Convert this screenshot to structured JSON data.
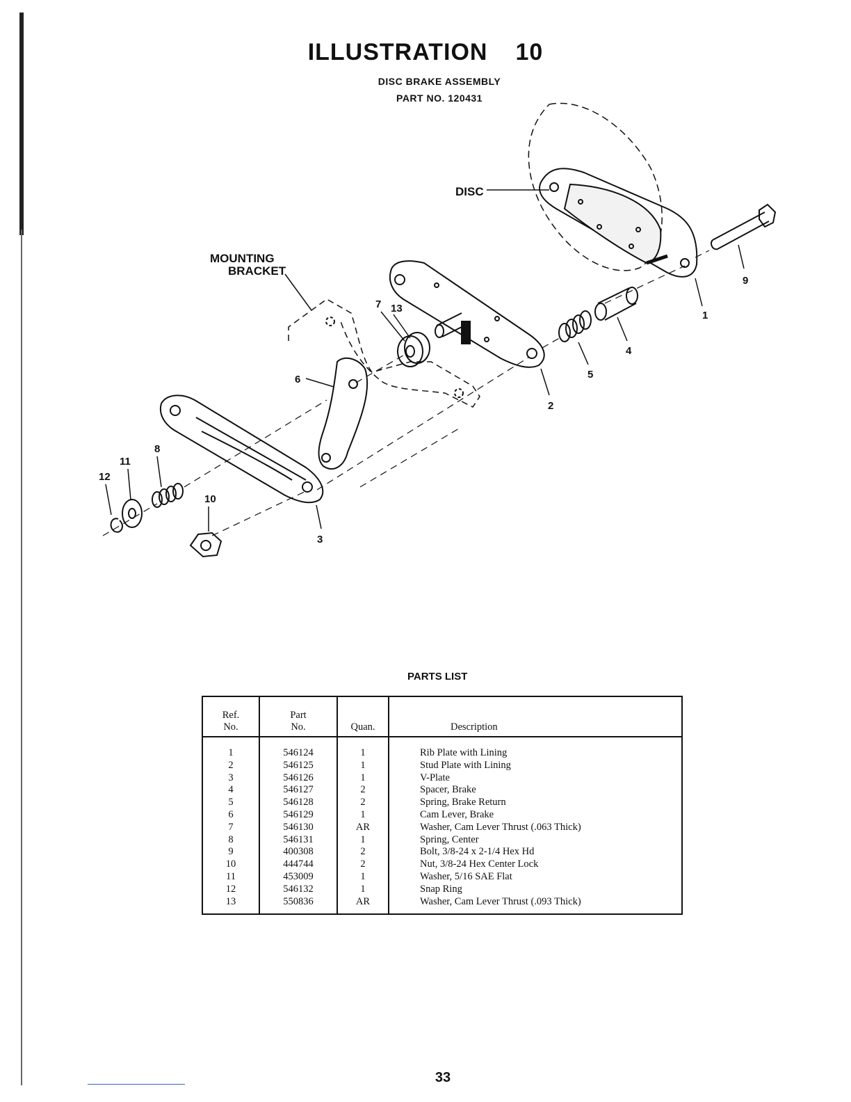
{
  "header": {
    "title": "ILLUSTRATION",
    "title_number": "10",
    "subtitle": "DISC BRAKE ASSEMBLY",
    "part_no": "PART NO. 120431"
  },
  "diagram": {
    "labels": {
      "disc": "DISC",
      "mounting_line1": "MOUNTING",
      "mounting_line2": "BRACKET"
    },
    "callouts": [
      "1",
      "2",
      "3",
      "4",
      "5",
      "6",
      "7",
      "8",
      "9",
      "10",
      "11",
      "12",
      "13"
    ]
  },
  "parts_list": {
    "heading": "PARTS LIST",
    "columns": {
      "ref_line1": "Ref.",
      "ref_line2": "No.",
      "part_line1": "Part",
      "part_line2": "No.",
      "quan": "Quan.",
      "description": "Description"
    },
    "rows": [
      {
        "ref": "1",
        "part": "546124",
        "quan": "1",
        "desc": "Rib Plate with Lining"
      },
      {
        "ref": "2",
        "part": "546125",
        "quan": "1",
        "desc": "Stud Plate with Lining"
      },
      {
        "ref": "3",
        "part": "546126",
        "quan": "1",
        "desc": "V-Plate"
      },
      {
        "ref": "4",
        "part": "546127",
        "quan": "2",
        "desc": "Spacer, Brake"
      },
      {
        "ref": "5",
        "part": "546128",
        "quan": "2",
        "desc": "Spring, Brake Return"
      },
      {
        "ref": "6",
        "part": "546129",
        "quan": "1",
        "desc": "Cam Lever, Brake"
      },
      {
        "ref": "7",
        "part": "546130",
        "quan": "AR",
        "desc": "Washer, Cam Lever Thrust (.063 Thick)"
      },
      {
        "ref": "8",
        "part": "546131",
        "quan": "1",
        "desc": "Spring, Center"
      },
      {
        "ref": "9",
        "part": "400308",
        "quan": "2",
        "desc": "Bolt, 3/8-24 x 2-1/4 Hex Hd"
      },
      {
        "ref": "10",
        "part": "444744",
        "quan": "2",
        "desc": "Nut, 3/8-24 Hex Center Lock"
      },
      {
        "ref": "11",
        "part": "453009",
        "quan": "1",
        "desc": "Washer, 5/16 SAE Flat"
      },
      {
        "ref": "12",
        "part": "546132",
        "quan": "1",
        "desc": "Snap Ring"
      },
      {
        "ref": "13",
        "part": "550836",
        "quan": "AR",
        "desc": "Washer, Cam Lever Thrust (.093 Thick)"
      }
    ]
  },
  "footer": {
    "page_number": "33"
  }
}
